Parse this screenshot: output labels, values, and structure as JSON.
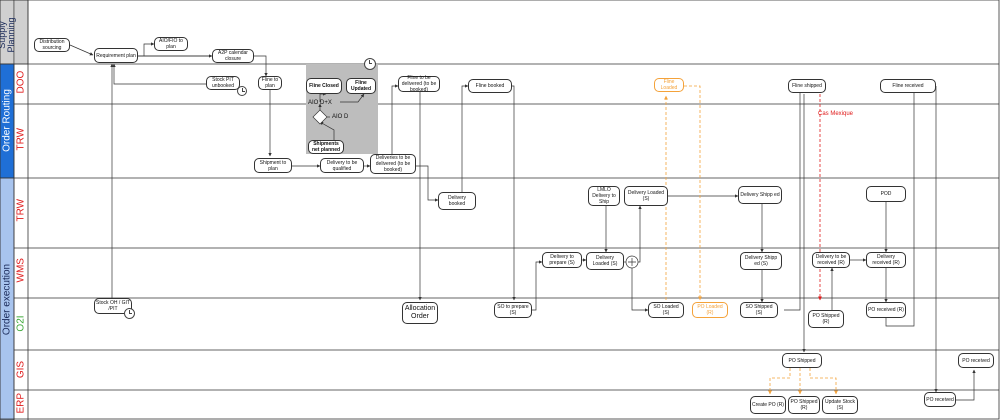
{
  "groups": {
    "supply": "Supply\nPlanning",
    "routing": "Order Routing",
    "execution": "Order execution"
  },
  "lanes": {
    "doo": "DOO",
    "trw1": "TRW",
    "trw2": "TRW",
    "wms": "WMS",
    "o2i": "O2I",
    "gis": "GIS",
    "erp": "ERP"
  },
  "nodes": {
    "distribution_sourcing": "Distribution sourcing",
    "requirement_plan": "Requirement plan",
    "aio_fio_plan": "AIO/FIO to plan",
    "a2p_calendar": "A2P calendar closure",
    "stock_pit_unbooked": "Stock PIT unbooked",
    "fline_to_plan": "Fline to plan",
    "fline_closed": "Fline Closed",
    "fline_updated": "Fline Updated",
    "aio_dx": "AIO D+X",
    "aio_d": "AIO D",
    "shipments_net_planned": "Shipments net planned",
    "fline_delivered_booked": "Fline to be delivered (to be booked)",
    "fline_booked": "Fline booked",
    "fline_loaded": "Fline Loaded",
    "fline_shipped": "Fline shipped",
    "fline_received": "Fline received",
    "cas_mexique": "Cas Mexique",
    "shipment_to_plan": "Shipment to plan",
    "delivery_qualified": "Delivery to be qualified",
    "deliveries_delivered_booked": "Deliveries to be delivered (to be booked)",
    "delivery_booked": "Delivery booked",
    "lmlo_delivery_ship": "LMLO Delivery to Ship",
    "delivery_loaded_trw": "Delivery Loaded (S)",
    "delivery_shipped_trw": "Delivery Shipp ed",
    "pod": "POD",
    "delivery_prepare": "Delivery to prepare (S)",
    "delivery_loaded_wms": "Delivery Loaded (S)",
    "delivery_shipped_wms": "Delivery Shipp ed (S)",
    "delivery_received_tbr": "Delivery to be received (R)",
    "delivery_received": "Delivery received (R)",
    "stock_oh": "Stock OH / GIT /PIT",
    "allocation_order": "Allocation Order",
    "so_prepare": "SO to prepare (S)",
    "so_loaded": "SO Loaded (S)",
    "po_loaded": "PO Loaded (R)",
    "so_shipped": "SO Shipped (S)",
    "po_shipped_o2i": "PO Shipped (R)",
    "po_received_o2i": "PO received (R)",
    "po_shipped_gis": "PO Shipped",
    "po_received_gis": "PO received",
    "create_po": "Create PO (R)",
    "po_shipped_erp": "PO Shipped (R)",
    "update_stock": "Update Stock (S)",
    "po_received_erp": "PO received"
  },
  "colors": {
    "supply_header": "#d0d0d0",
    "routing_header": "#1f6fd6",
    "execution_header": "#a8c4ee",
    "lane_red": "#e01b1b",
    "lane_green": "#3aa635",
    "orange": "#f4a23a",
    "red_dash": "#e01b1b",
    "shade": "#bdbdbd"
  }
}
